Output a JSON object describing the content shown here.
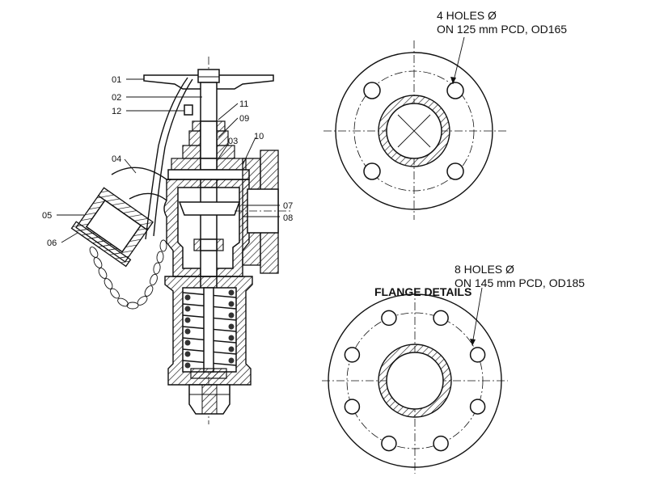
{
  "part_labels": [
    "01",
    "02",
    "12",
    "11",
    "09",
    "03",
    "10",
    "04",
    "05",
    "06",
    "07",
    "08"
  ],
  "flange_title": "FLANGE DETAILS",
  "top_flange": {
    "note_line1": "4 HOLES Ø",
    "note_line2": "ON 125 mm PCD, OD165",
    "holes": 4
  },
  "bottom_flange": {
    "note_line1": "8 HOLES Ø",
    "note_line2": "ON 145 mm PCD, OD185",
    "holes": 8
  }
}
